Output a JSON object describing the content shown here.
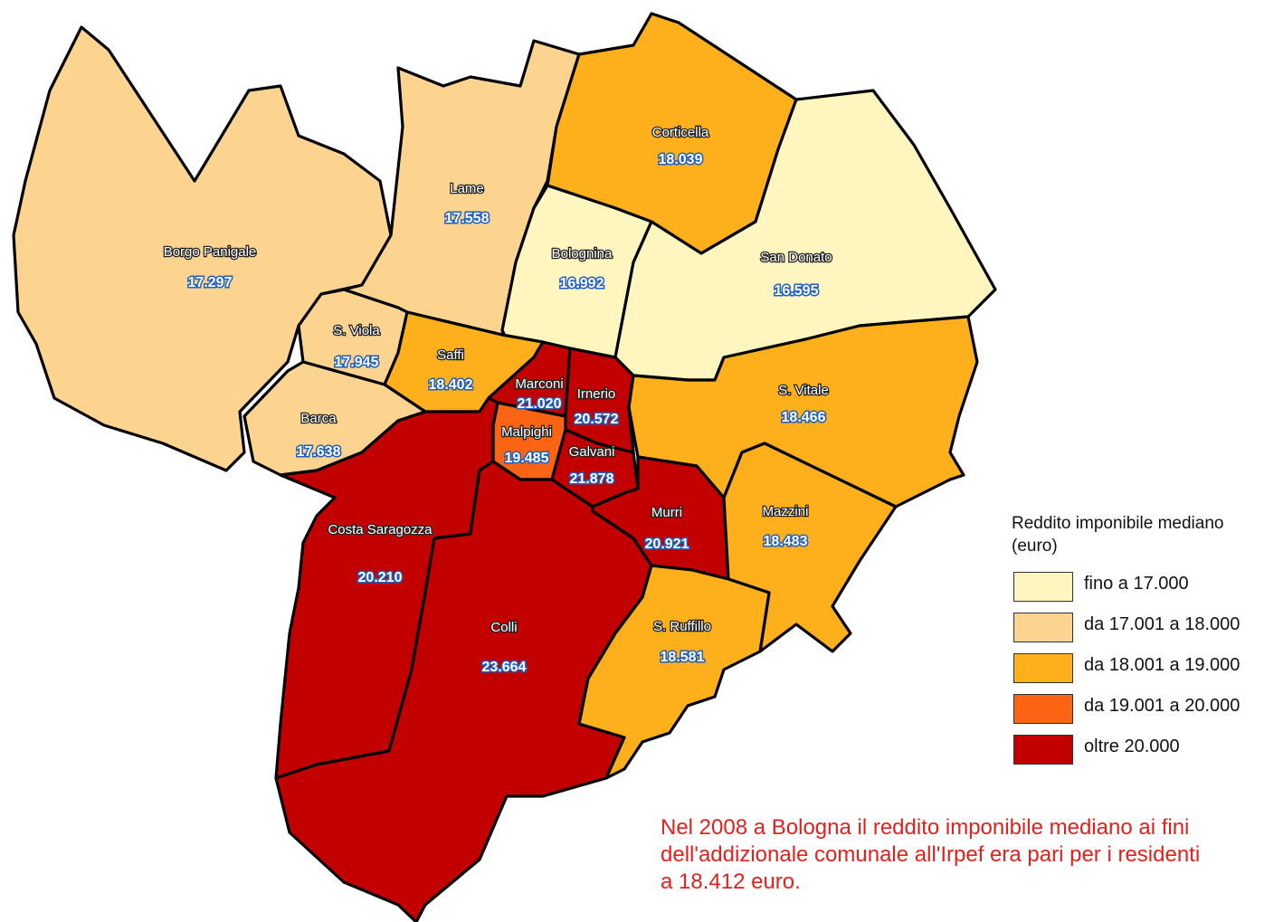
{
  "colors": {
    "class1": "#fff5bf",
    "class2": "#fdd390",
    "class3": "#fdb01b",
    "class4": "#fb6412",
    "class5": "#c30000",
    "border": "#000000",
    "value_text": "#1f5fbf",
    "note_text": "#e0221e"
  },
  "zones": [
    {
      "id": "borgo-panigale",
      "name": "Borgo Panigale",
      "value": "17.297",
      "class": 2
    },
    {
      "id": "lame",
      "name": "Lame",
      "value": "17.558",
      "class": 2
    },
    {
      "id": "corticella",
      "name": "Corticella",
      "value": "18.039",
      "class": 3
    },
    {
      "id": "bolognina",
      "name": "Bolognina",
      "value": "16.992",
      "class": 1
    },
    {
      "id": "san-donato",
      "name": "San Donato",
      "value": "16.595",
      "class": 1
    },
    {
      "id": "s-viola",
      "name": "S. Viola",
      "value": "17.945",
      "class": 2
    },
    {
      "id": "saffi",
      "name": "Saffi",
      "value": "18.402",
      "class": 3
    },
    {
      "id": "barca",
      "name": "Barca",
      "value": "17.638",
      "class": 2
    },
    {
      "id": "marconi",
      "name": "Marconi",
      "value": "21.020",
      "class": 5
    },
    {
      "id": "irnerio",
      "name": "Irnerio",
      "value": "20.572",
      "class": 5
    },
    {
      "id": "malpighi",
      "name": "Malpighi",
      "value": "19.485",
      "class": 4
    },
    {
      "id": "galvani",
      "name": "Galvani",
      "value": "21.878",
      "class": 5
    },
    {
      "id": "s-vitale",
      "name": "S. Vitale",
      "value": "18.466",
      "class": 3
    },
    {
      "id": "costa-saragozza",
      "name": "Costa Saragozza",
      "value": "20.210",
      "class": 5
    },
    {
      "id": "murri",
      "name": "Murri",
      "value": "20.921",
      "class": 5
    },
    {
      "id": "mazzini",
      "name": "Mazzini",
      "value": "18.483",
      "class": 3
    },
    {
      "id": "colli",
      "name": "Colli",
      "value": "23.664",
      "class": 5
    },
    {
      "id": "s-ruffillo",
      "name": "S. Ruffillo",
      "value": "18.581",
      "class": 3
    }
  ],
  "legend": {
    "title_line1": "Reddito imponibile mediano",
    "title_line2": "(euro)",
    "items": [
      {
        "label": "fino a 17.000",
        "class": 1
      },
      {
        "label": "da 17.001 a 18.000",
        "class": 2
      },
      {
        "label": "da 18.001 a 19.000",
        "class": 3
      },
      {
        "label": "da 19.001 a 20.000",
        "class": 4
      },
      {
        "label": "oltre 20.000",
        "class": 5
      }
    ]
  },
  "note": {
    "line1": "Nel 2008 a Bologna il reddito imponibile mediano ai  fini",
    "line2": "dell'addizionale comunale all'Irpef era pari per i residenti",
    "line3": "a 18.412 euro."
  }
}
